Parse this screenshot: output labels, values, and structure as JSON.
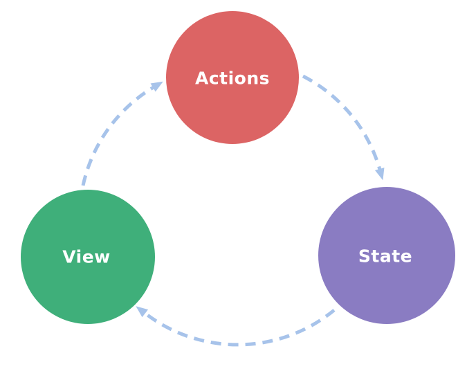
{
  "diagram": {
    "background": "#ffffff",
    "text_color": "#ffffff",
    "arrow": {
      "color": "#a7c3ea",
      "style": "dashed"
    },
    "nodes": {
      "actions": {
        "label": "Actions",
        "color": "#dc6464"
      },
      "state": {
        "label": "State",
        "color": "#8a7cc2"
      },
      "view": {
        "label": "View",
        "color": "#3faf7a"
      }
    },
    "edges": [
      {
        "from": "view",
        "to": "actions"
      },
      {
        "from": "actions",
        "to": "state"
      },
      {
        "from": "state",
        "to": "view"
      }
    ]
  }
}
